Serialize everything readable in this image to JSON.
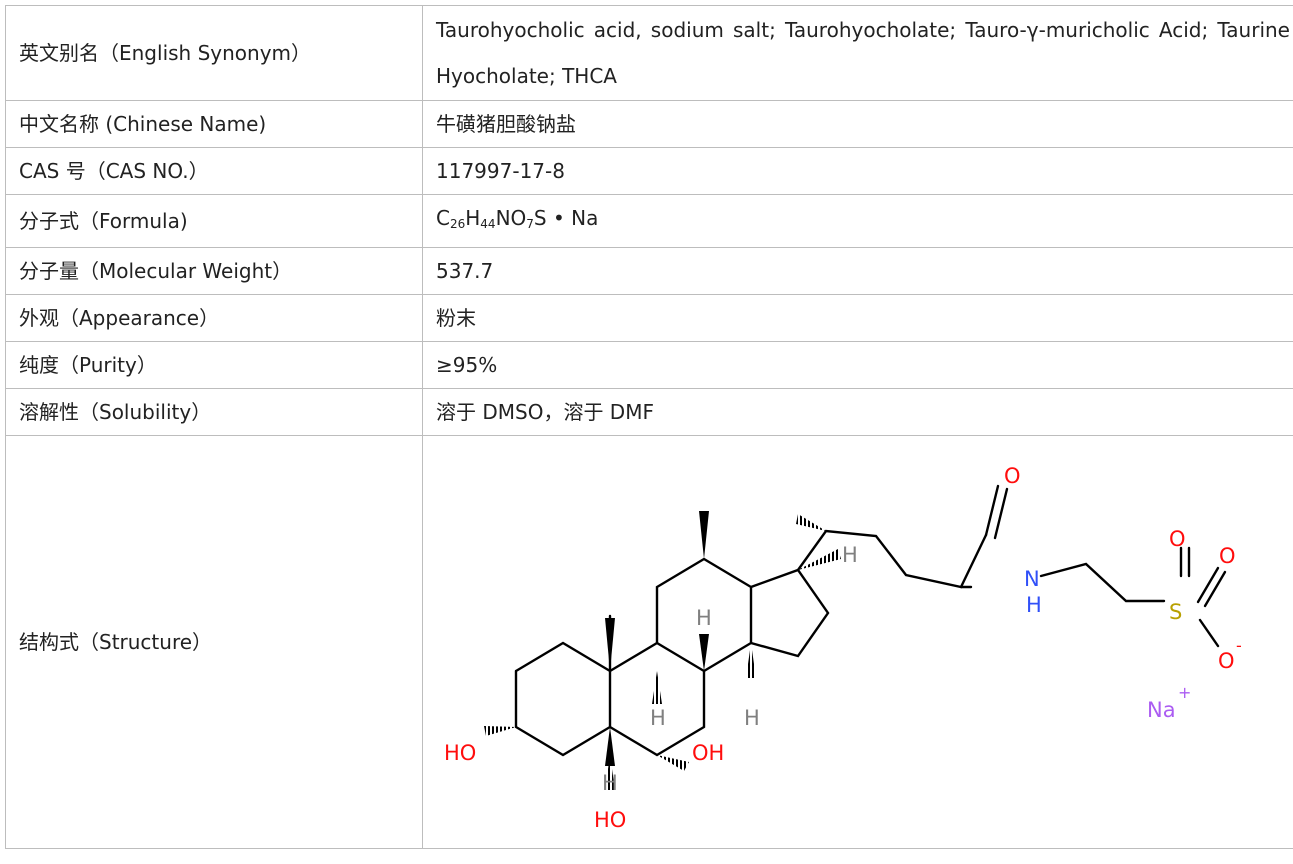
{
  "rows": [
    {
      "label": "英文别名（English Synonym）",
      "value": "Taurohyocholic acid, sodium salt; Taurohyocholate; Tauro-γ-muricholic Acid; Taurine Hyocholate; THCA"
    },
    {
      "label": "中文名称 (Chinese Name)",
      "value": "牛磺猪胆酸钠盐"
    },
    {
      "label": "CAS 号（CAS NO.）",
      "value": "117997-17-8"
    },
    {
      "label": "分子式（Formula)",
      "value": ""
    },
    {
      "label": "分子量（Molecular Weight）",
      "value": "537.7"
    },
    {
      "label": "外观（Appearance）",
      "value": "粉末"
    },
    {
      "label": "纯度（Purity）",
      "value": "≥95%"
    },
    {
      "label": "溶解性（Solubility）",
      "value": "溶于 DMSO，溶于 DMF"
    },
    {
      "label": "结构式（Structure）",
      "value": ""
    }
  ],
  "formula": {
    "parts": [
      "C",
      "26",
      "H",
      "44",
      "NO",
      "7",
      "S • Na"
    ]
  },
  "structure": {
    "atoms": {
      "oxygen_carbonyl": "O",
      "nitrogen": "N",
      "amide_h": "H",
      "sulfur": "S",
      "sulfonyl_o1": "O",
      "sulfonyl_o2": "O",
      "sulfonate_o": "O",
      "charge_minus": "-",
      "sodium": "Na",
      "charge_plus": "+",
      "h_c17": "H",
      "h_c8": "H",
      "h_c9": "H",
      "h_c14": "H",
      "h_c5": "H",
      "ho_c3": "HO",
      "oh_c7": "OH",
      "ho_c6": "HO"
    },
    "colors": {
      "bond": "#000000",
      "hydrogen": "#808080",
      "oxygen": "#ff0d0d",
      "nitrogen": "#3050f8",
      "sulfur": "#b8a000",
      "sodium": "#ab5cf2"
    }
  }
}
